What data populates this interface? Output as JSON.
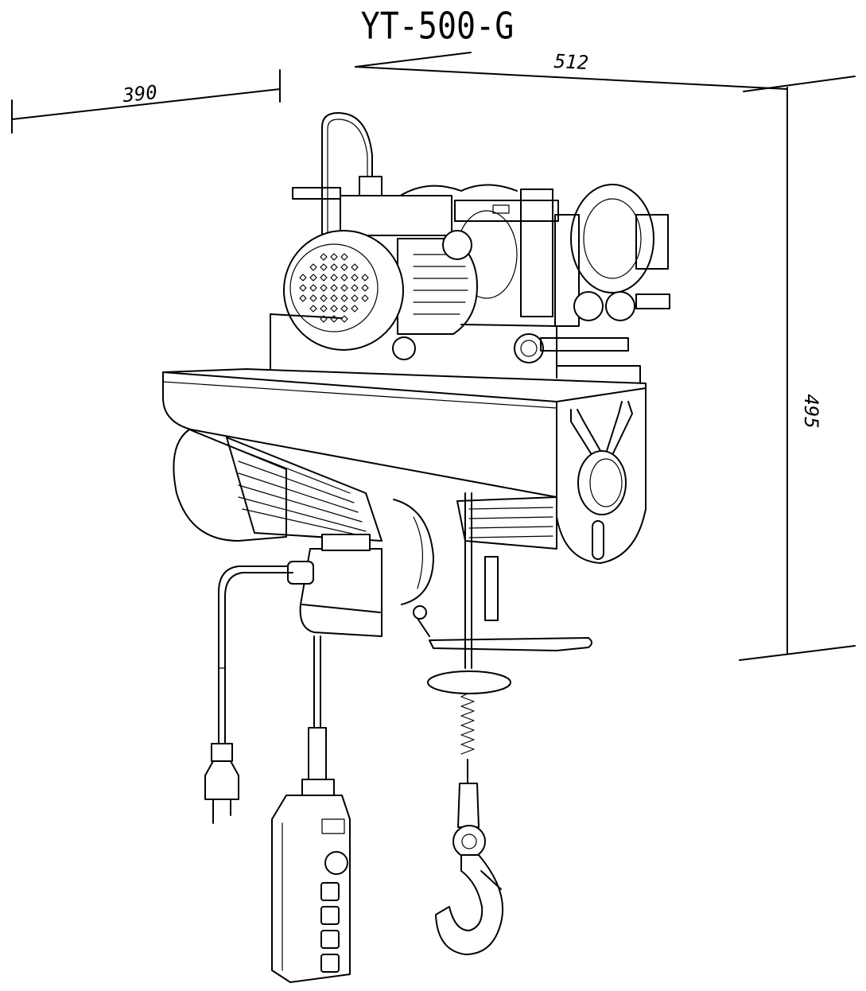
{
  "title": "YT-500-G",
  "dimensions": {
    "depth": "390",
    "width": "512",
    "height": "495"
  }
}
